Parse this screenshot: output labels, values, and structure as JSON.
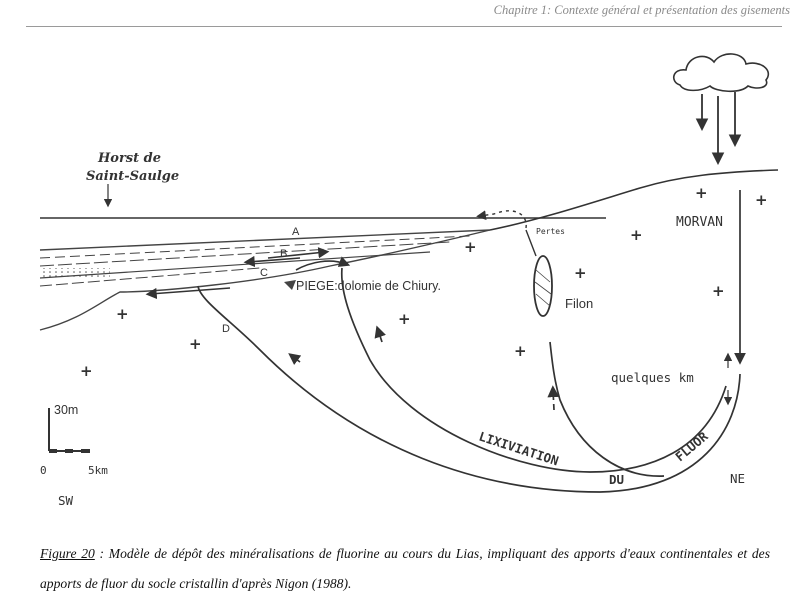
{
  "header": {
    "running_title": "Chapitre 1: Contexte général et présentation des gisements"
  },
  "figure": {
    "horst_label_line1": "Horst de",
    "horst_label_line2": "Saint-Saulge",
    "layer_a": "A",
    "layer_b": "B",
    "layer_c": "C",
    "layer_d": "D",
    "trap_label": "PIEGE:dolomie de Chiury.",
    "losses_label": "Pertes",
    "vein_label": "Filon",
    "massif_label": "MORVAN",
    "depth_label": "quelques km",
    "leaching_label": "LIXIVIATION",
    "du_label": "DU",
    "fluor_label": "FLUOR",
    "scale_vertical": "30m",
    "scale_zero": "0",
    "scale_horizontal": "5km",
    "dir_sw": "SW",
    "dir_ne": "NE"
  },
  "caption": {
    "figure_number": "Figure 20",
    "text": " : Modèle de dépôt des minéralisations de fluorine au cours du Lias, impliquant des apports d'eaux continentales et des apports de fluor du socle cristallin d'après Nigon (1988)."
  },
  "icons": [
    "cloud-icon",
    "rain-arrow-icon",
    "basement-cross-icon",
    "flow-arrow-icon",
    "fluorite-vein-icon",
    "scale-bar-icon"
  ]
}
